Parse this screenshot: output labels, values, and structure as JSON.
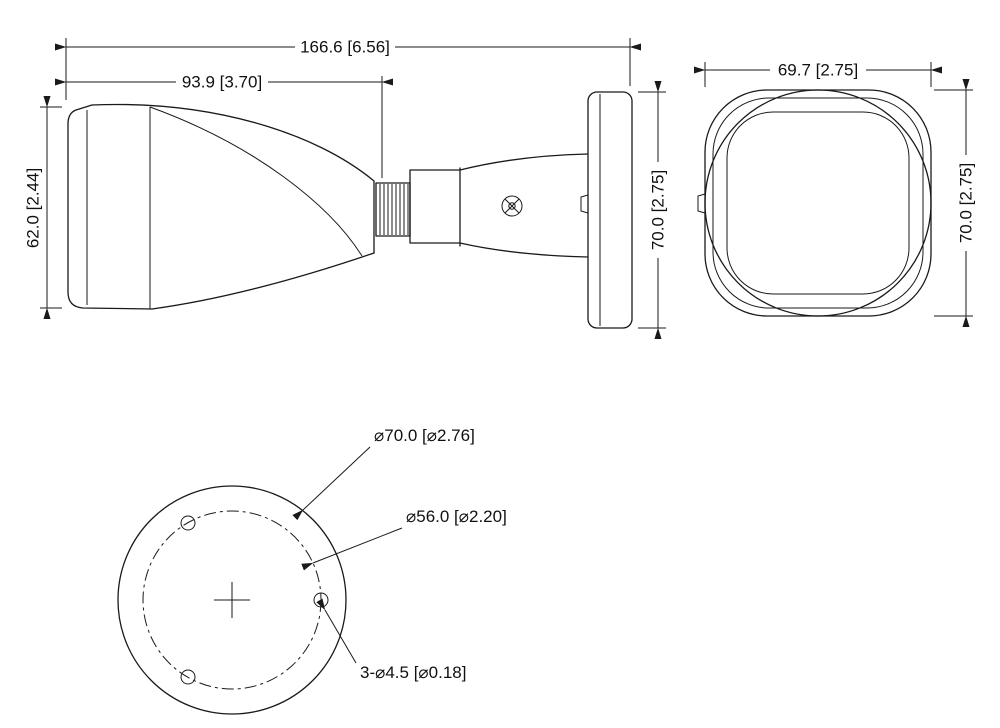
{
  "side_view": {
    "dims": {
      "total_length": "166.6 [6.56]",
      "body_length": "93.9 [3.70]",
      "body_height": "62.0 [2.44]",
      "base_height": "70.0 [2.75]"
    }
  },
  "front_view": {
    "dims": {
      "width": "69.7 [2.75]",
      "height": "70.0 [2.75]"
    }
  },
  "bottom_view": {
    "dims": {
      "outer_diameter": "⌀70.0 [⌀2.76]",
      "bolt_circle_diameter": "⌀56.0 [⌀2.20]",
      "mounting_holes": "3-⌀4.5 [⌀0.18]"
    }
  },
  "colors": {
    "line": "#1a1a1a",
    "background": "#ffffff"
  }
}
